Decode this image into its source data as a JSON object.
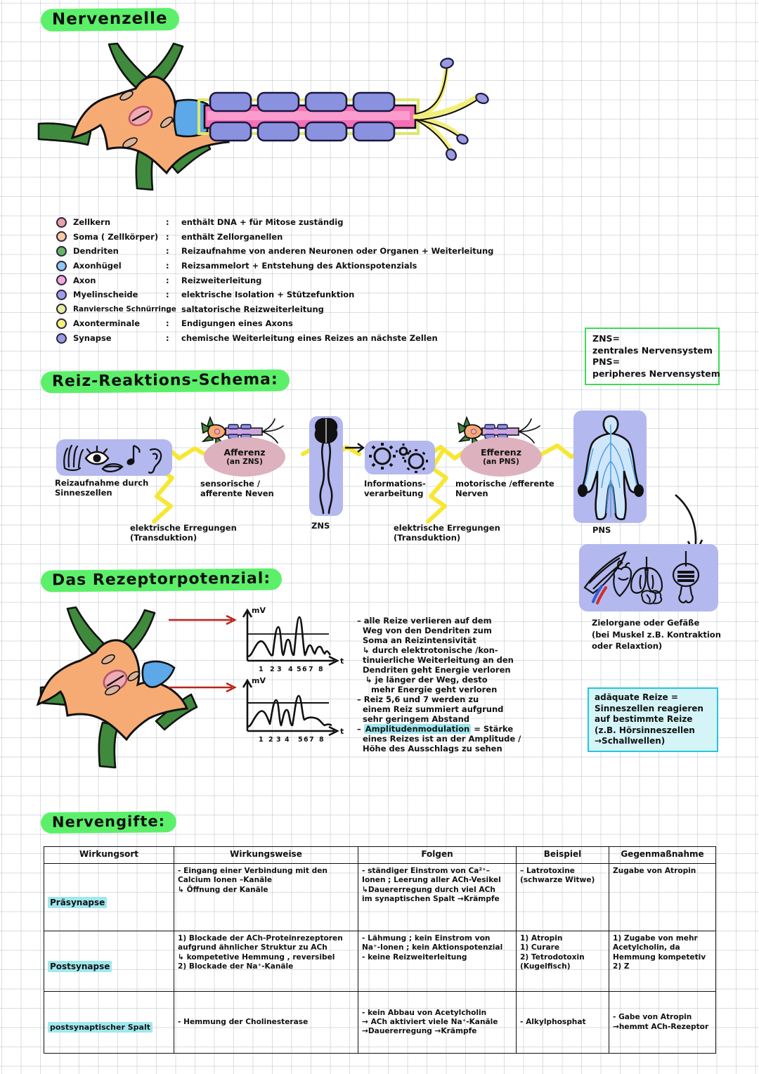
{
  "headings": {
    "nervenzelle": "Nervenzelle",
    "reiz_reaktions_schema": "Reiz-Reaktions-Schema:",
    "rezeptorpotenzial": "Das Rezeptorpotenzial:",
    "nervengifte": "Nervengifte:"
  },
  "legend": {
    "separator": ":",
    "items": [
      {
        "color": "#e8a0aa",
        "label": "Zellkern",
        "desc": "enthält DNA + für Mitose zuständig"
      },
      {
        "color": "#f7c9a0",
        "label": "Soma ( Zellkörper)",
        "desc": "enthält Zellorganellen"
      },
      {
        "color": "#63b860",
        "label": "Dendriten",
        "desc": "Reizaufnahme von anderen Neuronen oder Organen + Weiterleitung"
      },
      {
        "color": "#8ec9f0",
        "label": "Axonhügel",
        "desc": "Reizsammelort + Entstehung des Aktionspotenzials"
      },
      {
        "color": "#f3a8d8",
        "label": "Axon",
        "desc": "Reizweiterleitung"
      },
      {
        "color": "#9aa0e8",
        "label": "Myelinscheide",
        "desc": "elektrische Isolation + Stützefunktion"
      },
      {
        "color": "#e6f09a",
        "label": "Ranviersche Schnürringe",
        "desc": "saltatorische Reizweiterleitung"
      },
      {
        "color": "#f6f07a",
        "label": "Axonterminale",
        "desc": "Endigungen eines Axons"
      },
      {
        "color": "#9a9ae0",
        "label": "Synapse",
        "desc": "chemische Weiterleitung eines Reizes an nächste Zellen"
      }
    ]
  },
  "ns_box": "ZNS=\nzentrales Nervensystem\nPNS=\nperipheres Nervensystem",
  "flow": {
    "stage1_label": "Reizaufnahme durch\nSinneszellen",
    "afferenz_title": "Afferenz",
    "afferenz_sub": "(an ZNS)",
    "afferenz_label": "sensorische /\nafferente Neven",
    "zns_label": "ZNS",
    "info_label": "Informations-\nverarbeitung",
    "efferenz_title": "Efferenz",
    "efferenz_sub": "(an PNS)",
    "efferenz_label": "motorische /efferente\nNerven",
    "pns_label": "PNS",
    "transduktion_left": "elektrische Erregungen\n(Transduktion)",
    "transduktion_right": "elektrische Erregungen\n(Transduktion)",
    "zielorgane": "Zielorgane oder Gefäße\n(bei Muskel z.B. Kontraktion\noder Relaxtion)"
  },
  "adaequate_box": "adäquate Reize =\nSinneszellen reagieren\nauf bestimmte Reize\n(z.B. Hörsinneszellen\n→Schallwellen)",
  "graphs": {
    "y_label": "mV",
    "x_label": "t",
    "graph1_ticks": [
      "1",
      "2",
      "3",
      "4",
      "5",
      "6",
      "7",
      "8"
    ],
    "graph2_ticks": [
      "1",
      "2",
      "3",
      "4",
      "5",
      "6",
      "7",
      "8"
    ]
  },
  "rezeptor_notes": {
    "line1": "– alle Reize verlieren auf dem",
    "line2": "  Weg von den Dendriten zum",
    "line3": "  Soma an Reizintensivität",
    "line4": "  ↳ durch elektrotonische /kon-",
    "line5": "  tinuierliche Weiterleitung an den",
    "line6": "  Dendriten geht Energie verloren",
    "line7": "   ↳ je länger der Weg, desto",
    "line8": "     mehr Energie geht verloren",
    "line9": "– Reiz 5,6 und 7 werden zu",
    "line10": "  einem Reiz summiert aufgrund",
    "line11": "  sehr geringem Abstand",
    "line12_prefix": "– ",
    "line12_highlight": "Amplitudenmodulation",
    "line12_suffix": " = Stärke",
    "line13": "  eines Reizes ist an der Amplitude /",
    "line14": "  Höhe des Ausschlags zu sehen"
  },
  "table": {
    "headers": [
      "Wirkungsort",
      "Wirkungsweise",
      "Folgen",
      "Beispiel",
      "Gegenmaßnahme"
    ],
    "rows": [
      {
        "wirkungsort": "Präsynapse",
        "wirkungsweise": "- Eingang einer Verbindung mit den\n  Calcium Ionen –Kanäle\n  ↳ Öffnung der Kanäle",
        "folgen": "- ständiger Einstrom von Ca²⁺–\n  Ionen ; Leerung aller ACh-Vesikel\n  ↳Dauererregung durch viel ACh\n  im synaptischen Spalt →Krämpfe",
        "beispiel": "– Latrotoxine\n(schwarze Witwe)",
        "gegenmassnahme": "Zugabe von Atropin"
      },
      {
        "wirkungsort": "Postsynapse",
        "wirkungsweise": "1) Blockade der ACh-Proteinrezeptoren\n   aufgrund ähnlicher Struktur zu ACh\n    ↳ kompetetive Hemmung , reversibel\n2) Blockade der Na⁺-Kanäle",
        "folgen": "- Lähmung ; kein Einstrom von\n  Na⁺-Ionen ; kein Aktionspotenzial\n- keine Reizweiterleitung",
        "beispiel": "1) Atropin\n1) Curare\n2) Tetrodotoxin\n  (Kugelfisch)",
        "gegenmassnahme": "1) Zugabe von mehr\nAcetylcholin, da\nHemmung kompetetiv\n2) Z"
      },
      {
        "wirkungsort": "postsynaptischer Spalt",
        "wirkungsweise": "- Hemmung der Cholinesterase",
        "folgen": "- kein Abbau von Acetylcholin\n→ ACh aktiviert viele Na⁺-Kanäle\n→Dauererregung →Krämpfe",
        "beispiel": "- Alkylphosphat",
        "gegenmassnahme": "- Gabe von Atropin\n→hemmt ACh-Rezeptor"
      }
    ]
  },
  "colors": {
    "highlight_green": "#5cf06a",
    "highlight_cyan": "#9fe8ef",
    "lavender_chip": "#b3b8ef",
    "pink_ellipse": "#ddb1bd",
    "soma_orange": "#f7ab74",
    "dendrite_green": "#3f8a3c",
    "axon_pink": "#f56fb5",
    "myelin_blue": "#8a92e0",
    "nucleus_pink": "#f0aab4",
    "hillock_blue": "#5ca8e8",
    "terminal_yellow": "#f2ee7a",
    "arrow_red": "#b8241c",
    "zigzag_yellow": "#f7e733"
  }
}
